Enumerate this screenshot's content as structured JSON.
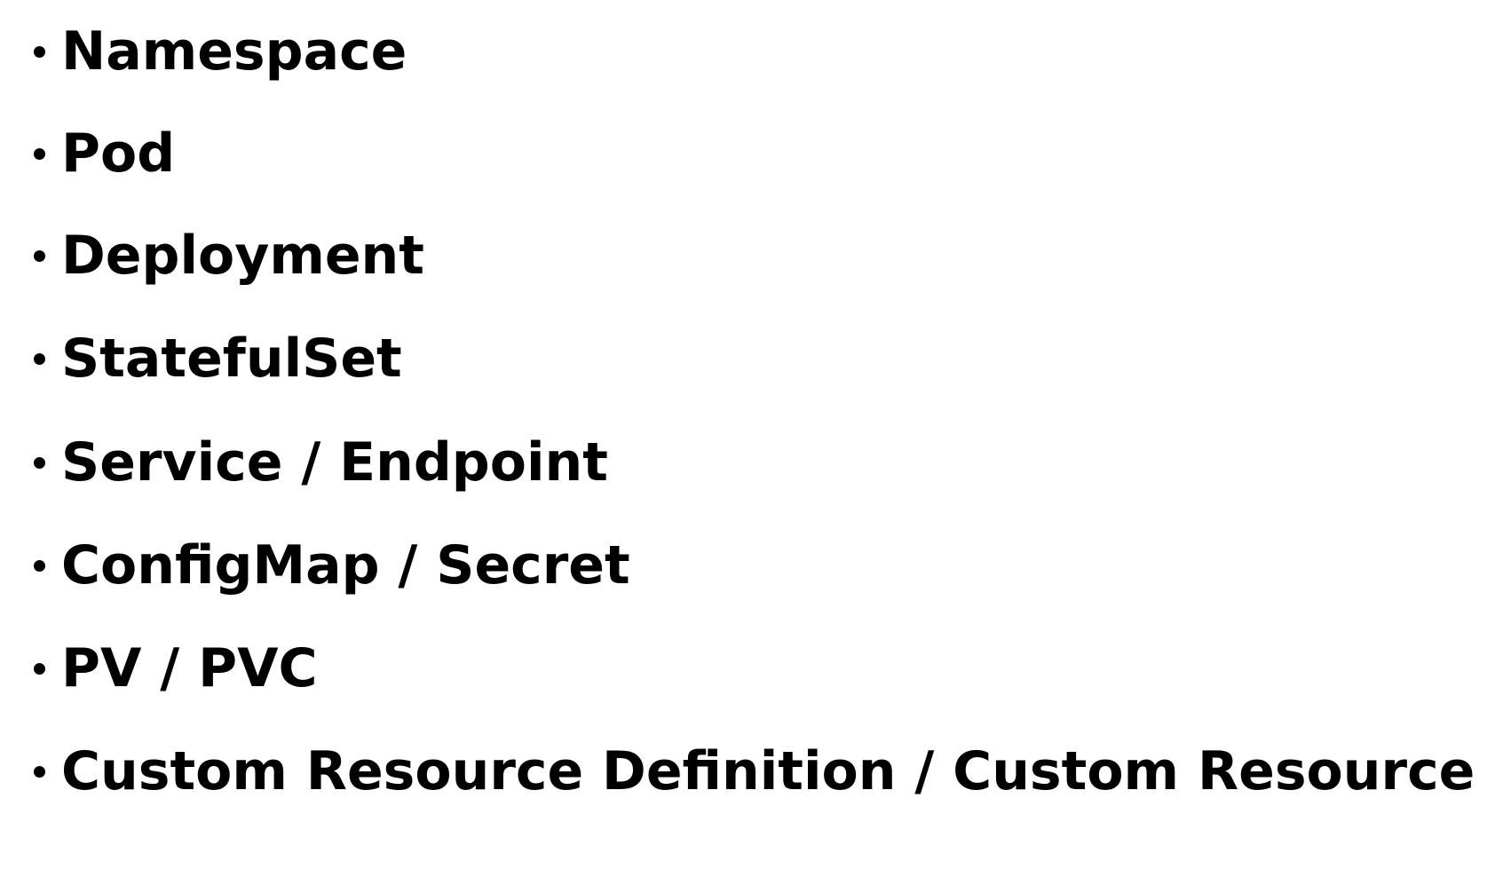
{
  "slide": {
    "items": [
      "Namespace",
      "Pod",
      "Deployment",
      "StatefulSet",
      "Service / Endpoint",
      "ConfigMap / Secret",
      "PV / PVC",
      "Custom Resource Definition / Custom Resource"
    ]
  }
}
